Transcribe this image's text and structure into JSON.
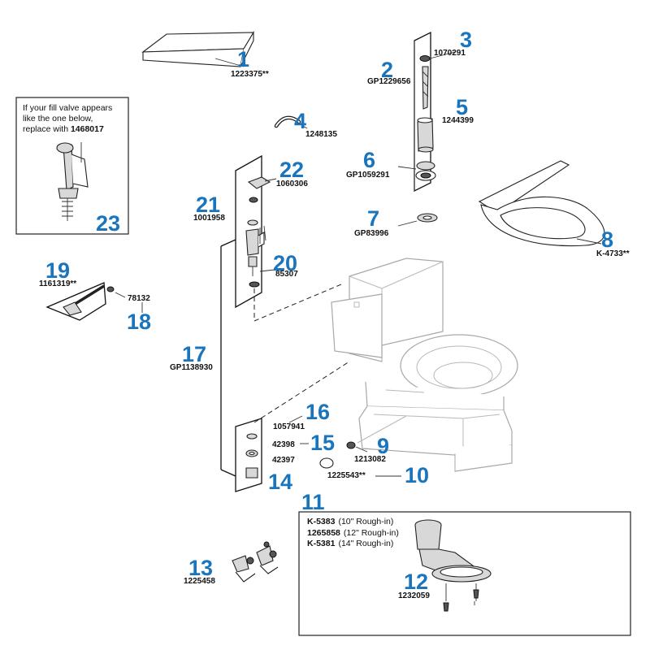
{
  "parts": [
    {
      "num": "1",
      "code": "1223375**"
    },
    {
      "num": "2",
      "code": "GP1229656"
    },
    {
      "num": "3",
      "code": "1070291"
    },
    {
      "num": "4",
      "code": "1248135"
    },
    {
      "num": "5",
      "code": "1244399"
    },
    {
      "num": "6",
      "code": "GP1059291"
    },
    {
      "num": "7",
      "code": "GP83996"
    },
    {
      "num": "8",
      "code": "K-4733**"
    },
    {
      "num": "9",
      "code": "1213082"
    },
    {
      "num": "10",
      "code": "1225543**"
    },
    {
      "num": "11",
      "code": ""
    },
    {
      "num": "12",
      "code": "1232059"
    },
    {
      "num": "13",
      "code": "1225458"
    },
    {
      "num": "14",
      "code": "42397"
    },
    {
      "num": "15",
      "code": "42398"
    },
    {
      "num": "16",
      "code": "1057941"
    },
    {
      "num": "17",
      "code": "GP1138930"
    },
    {
      "num": "18",
      "code": "78132"
    },
    {
      "num": "19",
      "code": "1161319**"
    },
    {
      "num": "20",
      "code": "85307"
    },
    {
      "num": "21",
      "code": "1001958"
    },
    {
      "num": "22",
      "code": "1060306"
    },
    {
      "num": "23",
      "code": ""
    }
  ],
  "fill_valve_note": {
    "line1": "If your fill valve appears",
    "line2": "like the one below,",
    "line3_prefix": "replace with ",
    "line3_code": "1468017"
  },
  "rough_in": [
    {
      "code": "K-5383",
      "desc": "(10\" Rough-in)"
    },
    {
      "code": "1265858",
      "desc": "(12\" Rough-in)"
    },
    {
      "code": "K-5381",
      "desc": "(14\" Rough-in)"
    }
  ],
  "colors": {
    "callout": "#1a75bc",
    "outline": "#111111",
    "toilet_outline": "#a8a8a8"
  }
}
